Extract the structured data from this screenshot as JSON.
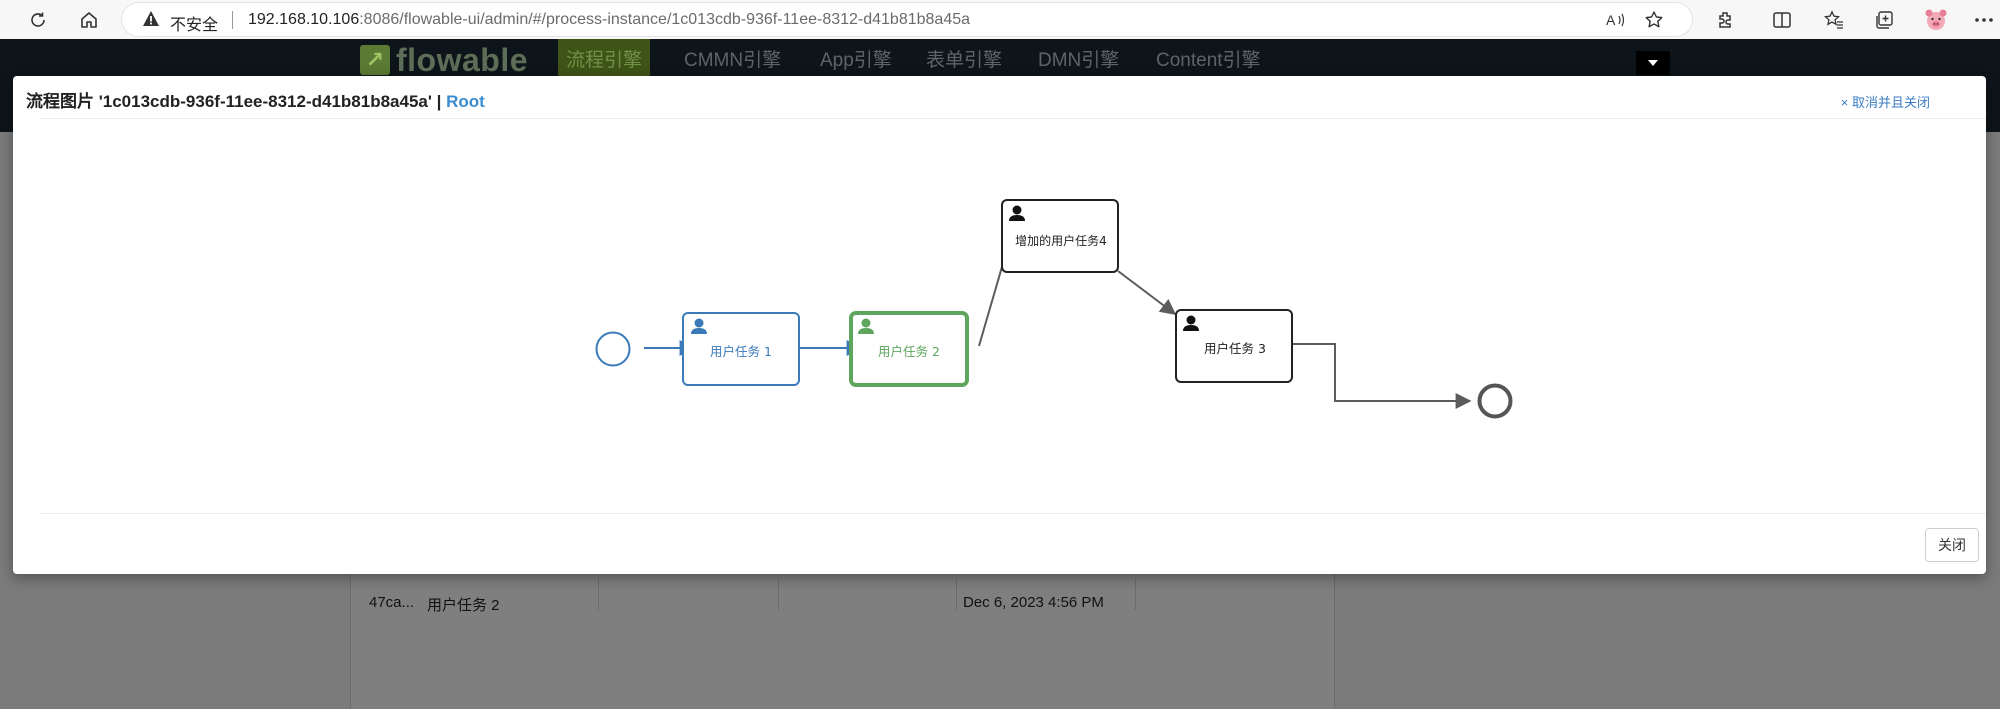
{
  "browser": {
    "security_label": "不安全",
    "url_host": "192.168.10.106",
    "url_rest": ":8086/flowable-ui/admin/#/process-instance/1c013cdb-936f-11ee-8312-d41b81b8a45a",
    "icons": [
      "refresh-icon",
      "home-icon",
      "warning-icon",
      "read-aloud-icon",
      "favorite-star-icon",
      "extensions-icon",
      "split-screen-icon",
      "favorites-icon",
      "collections-icon",
      "profile-icon",
      "more-icon"
    ]
  },
  "app": {
    "logo_text": "flowable",
    "tabs": [
      {
        "label": "流程引擎",
        "active": true
      },
      {
        "label": "CMMN引擎"
      },
      {
        "label": "App引擎"
      },
      {
        "label": "表单引擎"
      },
      {
        "label": "DMN引擎"
      },
      {
        "label": "Content引擎"
      }
    ],
    "background_row": {
      "id": "47ca...",
      "name": "用户任务 2",
      "date": "Dec 6, 2023 4:56 PM"
    }
  },
  "modal": {
    "title_prefix": "流程图片 '1c013cdb-936f-11ee-8312-d41b81b8a45a' | ",
    "title_root": "Root",
    "close_link": "× 取消并且关闭",
    "close_button": "关闭"
  },
  "diagram": {
    "tasks": [
      {
        "id": "task1",
        "label": "用户任务 1",
        "status": "completed",
        "color": "#3a7ab9"
      },
      {
        "id": "task2",
        "label": "用户任务 2",
        "status": "active",
        "color": "#5ea55e"
      },
      {
        "id": "task4",
        "label": "增加的用户任务4",
        "status": "pending",
        "color": "#222222"
      },
      {
        "id": "task3",
        "label": "用户任务 3",
        "status": "pending",
        "color": "#222222"
      }
    ],
    "events": [
      {
        "id": "start",
        "type": "start",
        "color": "#3a7ab9"
      },
      {
        "id": "end",
        "type": "end",
        "color": "#555555"
      }
    ]
  },
  "colors": {
    "completed": "#3a7ab9",
    "active": "#5ea55e",
    "pending": "#222222",
    "flow": "#5c5c5c",
    "link": "#3b8dd0"
  }
}
